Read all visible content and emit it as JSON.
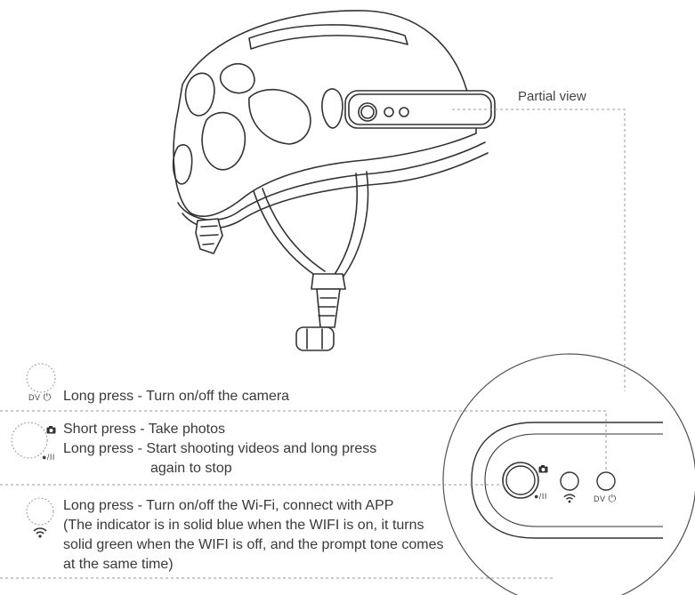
{
  "partial_view_label": "Partial view",
  "dv_label": "DV",
  "power_press": {
    "line1": "Long press - Turn on/off the camera"
  },
  "camera_press": {
    "line1": "Short press - Take photos",
    "line2": "Long press - Start shooting videos and long press",
    "line3": "again to stop"
  },
  "wifi_press": {
    "line1": "Long press - Turn on/off the Wi-Fi, connect with APP",
    "line2": "(The indicator is in solid blue when the WIFI is on, it turns",
    "line3": "solid green when the WIFI is off, and the prompt tone comes",
    "line4": "at the same time)"
  },
  "icons": {
    "power": "power-icon",
    "camera": "camera-icon",
    "record": "record-pause-icon",
    "wifi": "wifi-icon"
  }
}
